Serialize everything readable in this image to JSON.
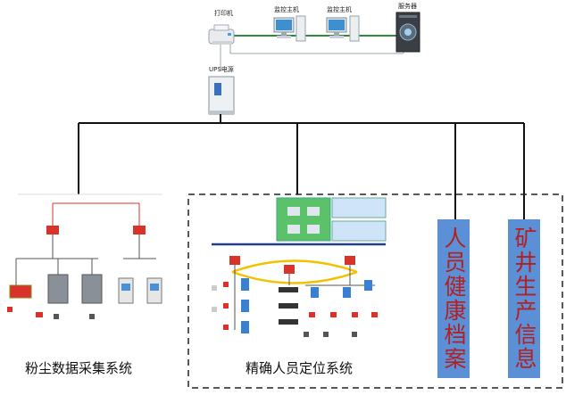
{
  "top": {
    "printer_label": "打印机",
    "host1_label": "监控主机",
    "host2_label": "监控主机",
    "server_label": "服务器",
    "ups_label": "UPS电源"
  },
  "subsystems": {
    "dust": {
      "label": "粉尘数据采集系统"
    },
    "personnel": {
      "label": "精确人员定位系统"
    },
    "health": {
      "label": "人员健康档案"
    },
    "production": {
      "label": "矿井生产信息"
    }
  },
  "colors": {
    "bar_fill": "#5b8fd6",
    "bar_text": "#b32020",
    "network_line": "#2e8b3e",
    "device_red": "#d8322a",
    "dashed_border": "#222222"
  },
  "icons": [
    "printer-icon",
    "monitor-host-icon",
    "server-icon",
    "ups-icon",
    "dust-collector-icon",
    "positioning-network-icon"
  ]
}
